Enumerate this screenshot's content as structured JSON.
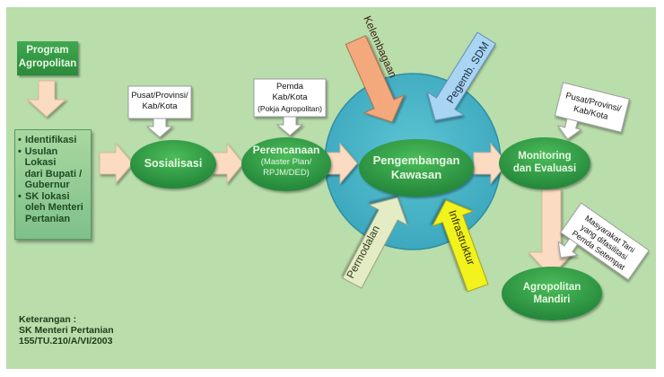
{
  "diagram": {
    "title_box": {
      "line1": "Program",
      "line2": "Agropolitan"
    },
    "steps_box": {
      "items": [
        {
          "bullet": "•",
          "lines": [
            "Identifikasi"
          ]
        },
        {
          "bullet": "•",
          "lines": [
            "Usulan Lokasi",
            "dari Bupati /",
            "Gubernur"
          ]
        },
        {
          "bullet": "•",
          "lines": [
            "SK lokasi",
            "oleh Menteri",
            "Pertanian"
          ]
        }
      ]
    },
    "nodes": {
      "sosialisasi": {
        "line1": "Sosialisasi"
      },
      "perencanaan": {
        "line1": "Perencanaan",
        "line2": "(Master Plan/",
        "line3": "RPJM/DED)"
      },
      "pengembangan": {
        "line1": "Pengembangan",
        "line2": "Kawasan"
      },
      "monitoring": {
        "line1": "Monitoring",
        "line2": "dan Evaluasi"
      },
      "mandiri": {
        "line1": "Agropolitan",
        "line2": "Mandiri"
      }
    },
    "callouts": {
      "sosialisasi": {
        "line1": "Pusat/Provinsi/",
        "line2": "Kab/Kota"
      },
      "perencanaan": {
        "line1": "Pemda",
        "line2": "Kab/Kota",
        "line3": "(Pokja Agropolitan)"
      },
      "monitoring": {
        "line1": "Pusat/Provinsi/",
        "line2": "Kab/Kota"
      },
      "mandiri": {
        "line1": "Masyarakat Tani",
        "line2": "yang difasilitasi",
        "line3": "Pemda Setempat"
      }
    },
    "inputs": {
      "kelembagaan": {
        "label": "Kelembagaan",
        "color": "#f4a97c"
      },
      "sdm": {
        "label": "Pegemb. SDM",
        "color": "#a9d4f2"
      },
      "permodalan": {
        "label": "Permodalan",
        "color": "#e4ecc6"
      },
      "infrastruktur": {
        "label": "Infrastruktur",
        "color": "#f2f21e"
      }
    },
    "legend": {
      "line1": "Keterangan :",
      "line2": "SK Menteri Pertanian",
      "line3": "155/TU.210/A/VI/2003"
    },
    "colors": {
      "background": "#b9ddab",
      "node_green": "#2e9a40",
      "circle": "#4fb7c9",
      "flow_arrow": "#fbdcc3"
    }
  }
}
